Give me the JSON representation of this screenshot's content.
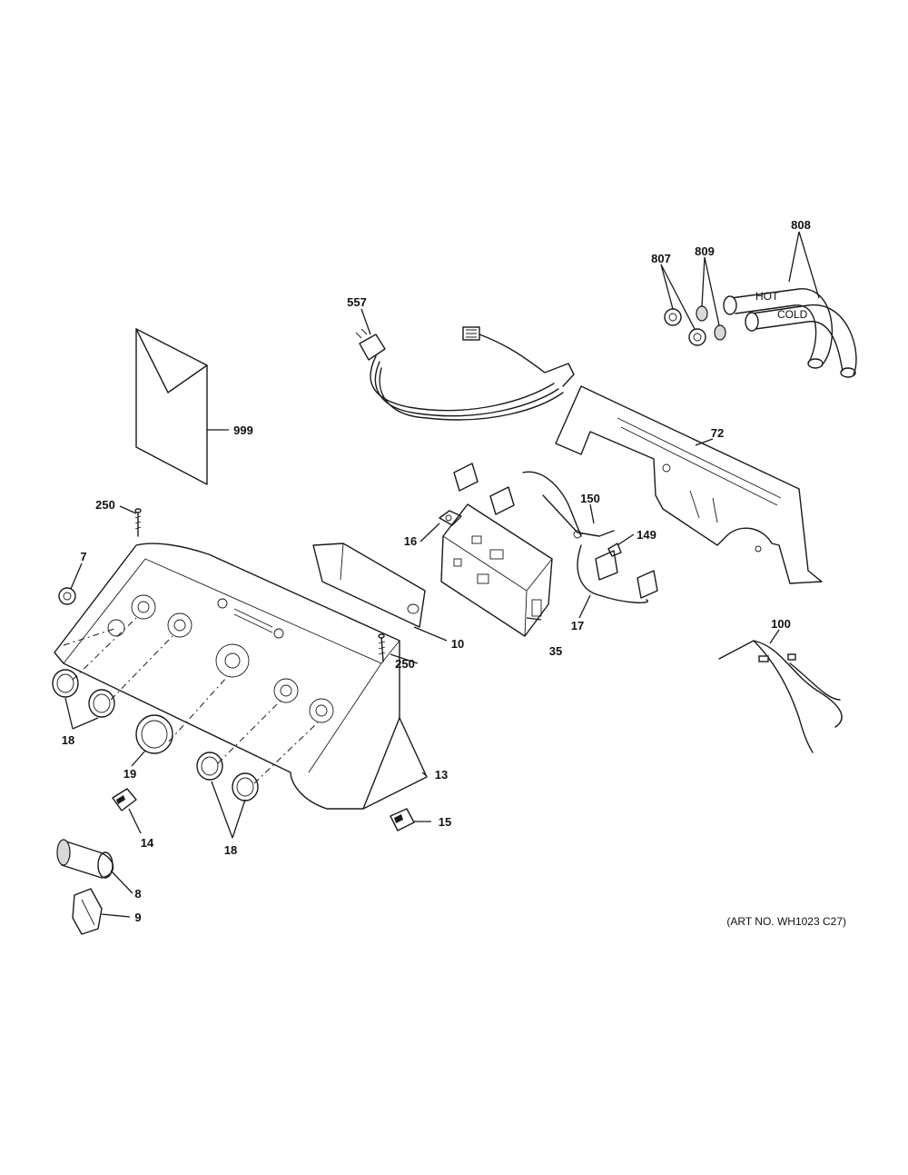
{
  "callouts": {
    "c807": "807",
    "c809": "809",
    "c808": "808",
    "c557": "557",
    "c999": "999",
    "c72": "72",
    "c150": "150",
    "c149": "149",
    "c16": "16",
    "c250a": "250",
    "c250b": "250",
    "c7": "7",
    "c10": "10",
    "c35": "35",
    "c17": "17",
    "c100": "100",
    "c18a": "18",
    "c18b": "18",
    "c19": "19",
    "c13": "13",
    "c14": "14",
    "c15": "15",
    "c8": "8",
    "c9": "9"
  },
  "art_number": "(ART NO. WH1023 C27)",
  "hose_labels": {
    "hot": "HOT",
    "cold": "COLD"
  }
}
